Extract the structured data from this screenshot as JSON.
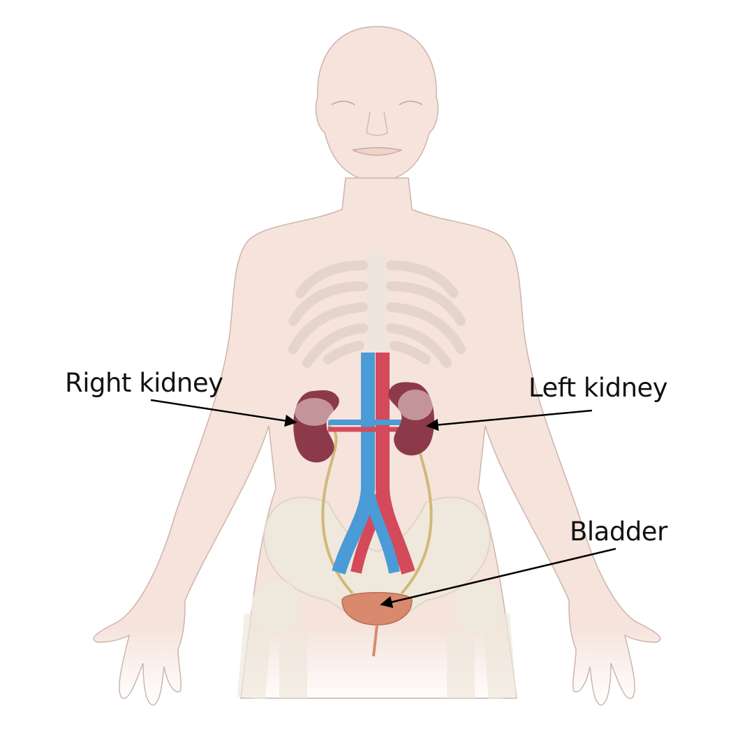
{
  "labels": {
    "right_kidney": "Right kidney",
    "left_kidney": "Left kidney",
    "bladder": "Bladder"
  },
  "colors": {
    "skin": "#f5e3dc",
    "outline": "#c9b1aa",
    "bone": "#f0ebe0",
    "kidney": "#8c3a4a",
    "vein": "#4a9bd6",
    "artery": "#d64a5a",
    "ureter": "#d6bf7a",
    "bladder": "#d98a6e"
  }
}
